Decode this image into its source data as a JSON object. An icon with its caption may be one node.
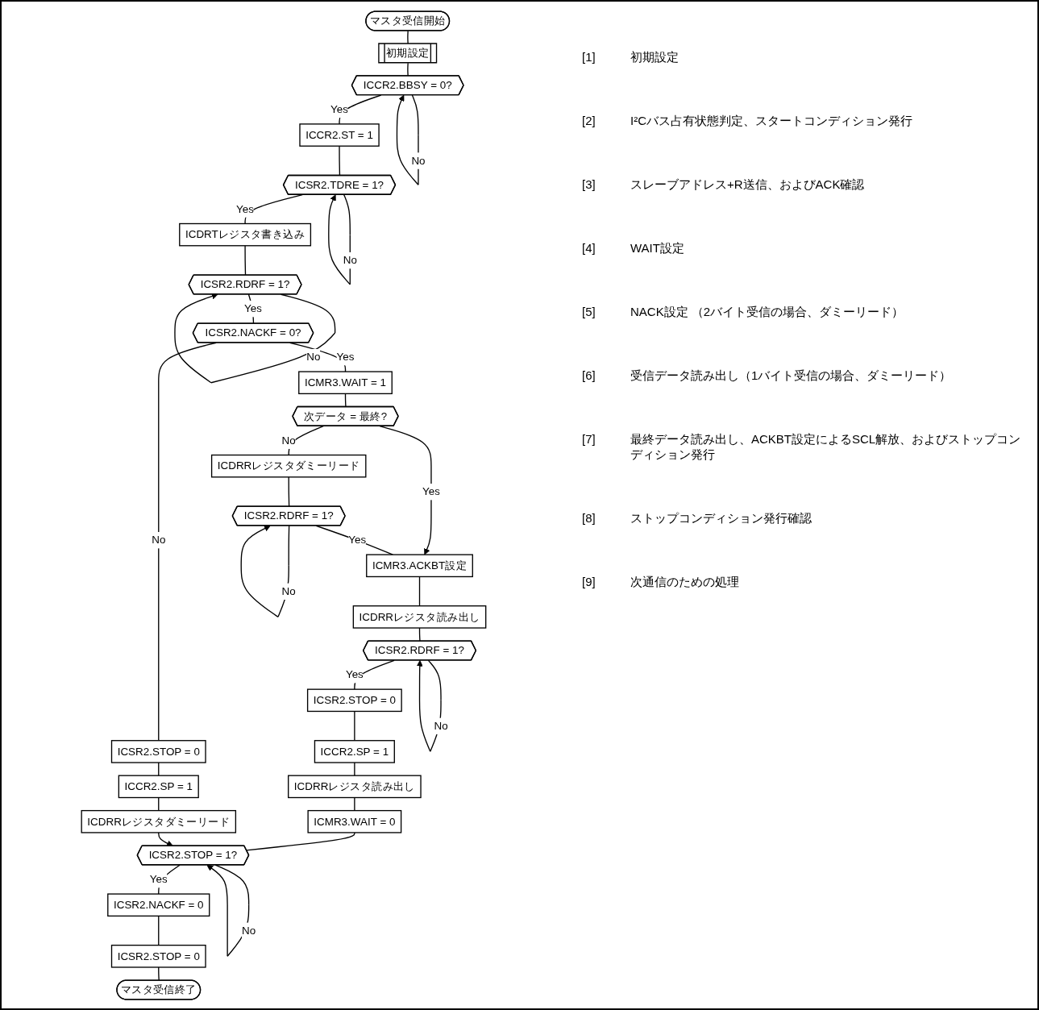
{
  "diagram": {
    "nodes": [
      {
        "text": [
          "マスタ受信開始"
        ]
      },
      {
        "text": [
          "初期設定"
        ]
      },
      {
        "text": [
          "ICCR2.BBSY = 0?"
        ]
      },
      {
        "text": [
          "ICCR2.ST = 1"
        ]
      },
      {
        "text": [
          "ICSR2.TDRE = 1?"
        ]
      },
      {
        "text": [
          "ICDRTレジスタ書き込み"
        ]
      },
      {
        "text": [
          "ICSR2.RDRF = 1?"
        ]
      },
      {
        "text": [
          "ICSR2.NACKF = 0?"
        ]
      },
      {
        "text": [
          "ICMR3.WAIT = 1"
        ]
      },
      {
        "text": [
          "次データ = 最終?"
        ]
      },
      {
        "text": [
          "ICDRRレジスタダミーリード"
        ]
      },
      {
        "text": [
          "ICSR2.RDRF = 1?"
        ]
      },
      {
        "text": [
          "ICMR3.ACKBT設定"
        ]
      },
      {
        "text": [
          "ICDRRレジスタ読み出し"
        ]
      },
      {
        "text": [
          "ICSR2.RDRF = 1?"
        ]
      },
      {
        "text": [
          "ICSR2.STOP = 0"
        ]
      },
      {
        "text": [
          "ICSR2.STOP = 0"
        ]
      },
      {
        "text": [
          "ICCR2.SP = 1"
        ]
      },
      {
        "text": [
          "ICCR2.SP = 1"
        ]
      },
      {
        "text": [
          "ICDRRレジスタ読み出し"
        ]
      },
      {
        "text": [
          "ICDRRレジスタダミーリード"
        ]
      },
      {
        "text": [
          "ICMR3.WAIT = 0"
        ]
      },
      {
        "text": [
          "ICSR2.STOP = 1?"
        ]
      },
      {
        "text": [
          "ICSR2.NACKF = 0"
        ]
      },
      {
        "text": [
          "ICSR2.STOP = 0"
        ]
      },
      {
        "text": [
          "マスタ受信終了"
        ]
      }
    ],
    "edges": [
      {
        "from": 0,
        "to": 1,
        "arrow": "none"
      },
      {
        "from": 1,
        "to": 2,
        "arrow": "none"
      },
      {
        "from": 2,
        "to": 2,
        "label": "No",
        "arrow": "to"
      },
      {
        "from": 2,
        "to": 3,
        "label": "Yes",
        "arrow": "none"
      },
      {
        "from": 3,
        "to": 4,
        "arrow": "none"
      },
      {
        "from": 4,
        "to": 4,
        "label": "No",
        "arrow": "to"
      },
      {
        "from": 4,
        "to": 5,
        "label": "Yes",
        "arrow": "none"
      },
      {
        "from": 5,
        "to": 6,
        "arrow": "none"
      },
      {
        "from": 6,
        "to": 6,
        "label": "No",
        "arrow": "to"
      },
      {
        "from": 6,
        "to": 7,
        "label": "Yes",
        "arrow": "none"
      },
      {
        "from": 7,
        "to": 16,
        "label": "No",
        "arrow": "none"
      },
      {
        "from": 7,
        "to": 8,
        "label": "Yes",
        "arrow": "none"
      },
      {
        "from": 8,
        "to": 9,
        "arrow": "none"
      },
      {
        "from": 9,
        "to": 10,
        "label": "No",
        "arrow": "none"
      },
      {
        "from": 9,
        "to": 12,
        "label": "Yes",
        "arrow": "to"
      },
      {
        "from": 10,
        "to": 11,
        "arrow": "none"
      },
      {
        "from": 11,
        "to": 11,
        "label": "No",
        "arrow": "to"
      },
      {
        "from": 11,
        "to": 12,
        "label": "Yes",
        "arrow": "none"
      },
      {
        "from": 12,
        "to": 13,
        "arrow": "none"
      },
      {
        "from": 13,
        "to": 14,
        "arrow": "none"
      },
      {
        "from": 14,
        "to": 14,
        "label": "No",
        "arrow": "to"
      },
      {
        "from": 14,
        "to": 15,
        "label": "Yes",
        "arrow": "none"
      },
      {
        "from": 15,
        "to": 17,
        "arrow": "none"
      },
      {
        "from": 17,
        "to": 19,
        "arrow": "none"
      },
      {
        "from": 19,
        "to": 21,
        "arrow": "none"
      },
      {
        "from": 21,
        "to": 22,
        "arrow": "none"
      },
      {
        "from": 16,
        "to": 18,
        "arrow": "none"
      },
      {
        "from": 18,
        "to": 20,
        "arrow": "none"
      },
      {
        "from": 20,
        "to": 22,
        "arrow": "to"
      },
      {
        "from": 22,
        "to": 22,
        "label": "No",
        "arrow": "to"
      },
      {
        "from": 22,
        "to": 23,
        "label": "Yes",
        "arrow": "none"
      },
      {
        "from": 23,
        "to": 24,
        "arrow": "none"
      },
      {
        "from": 24,
        "to": 25,
        "arrow": "none"
      }
    ],
    "labels": [
      "[1]",
      "初期設定",
      "[2]",
      "I²Cバス占有状態判定、スタートコンディション発行",
      "[3]",
      "スレーブアドレス+R送信、およびACK確認",
      "[4]",
      "WAIT設定",
      "[5]",
      "NACK設定 （2バイト受信の場合、ダミーリード）",
      "[6]",
      "受信データ読み出し（1バイト受信の場合、ダミーリード）",
      "[7]",
      "最終データ読み出し、ACKBT設定によるSCL解放、およびストップコンディション発行",
      "[8]",
      "ストップコンディション発行確認",
      "[9]",
      "次通信のための処理"
    ]
  }
}
